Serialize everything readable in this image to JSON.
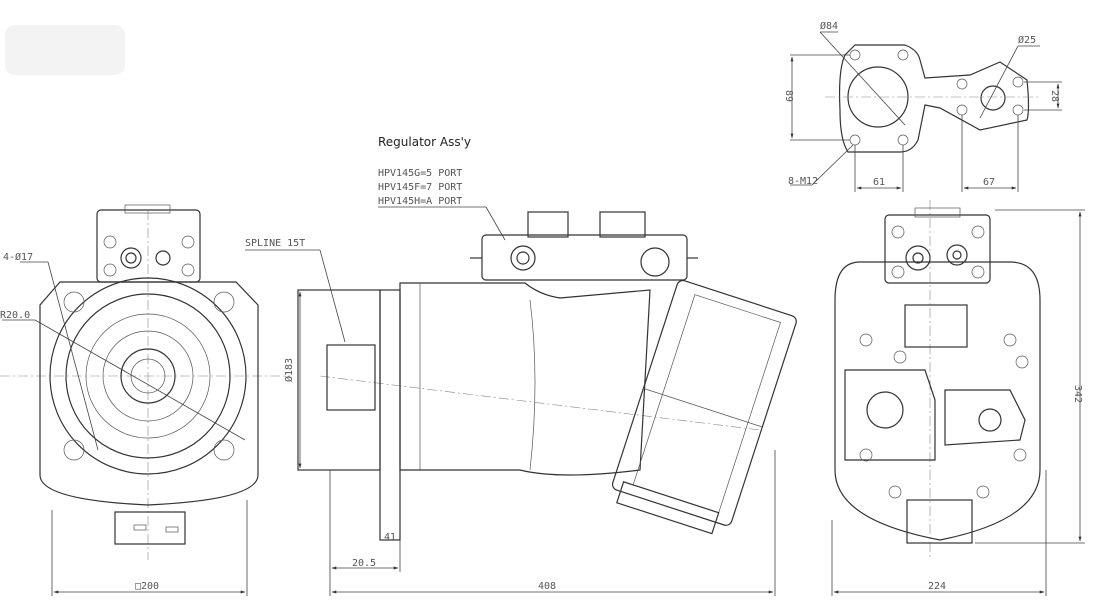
{
  "regulator": {
    "title": "Regulator Ass'y",
    "ports": [
      "HPV145G=5 PORT",
      "HPV145F=7 PORT",
      "HPV145H=A PORT"
    ]
  },
  "front_view": {
    "hole_label": "4-Ø17",
    "radius_label": "R20.0",
    "width_label": "□200"
  },
  "side_view": {
    "spline_label": "SPLINE 15T",
    "pilot_diameter_label": "Ø183",
    "flange_offset_label": "20.5",
    "flange_thickness_label": "41",
    "length_label": "408"
  },
  "rear_view": {
    "width_label": "224",
    "height_label": "342"
  },
  "port_flange": {
    "large_bore_label": "Ø84",
    "small_bore_label": "Ø25",
    "bolt_label": "8-M12",
    "large_pitch_label": "61",
    "small_pitch_label": "67",
    "large_height_label": "89",
    "small_height_label": "28"
  }
}
